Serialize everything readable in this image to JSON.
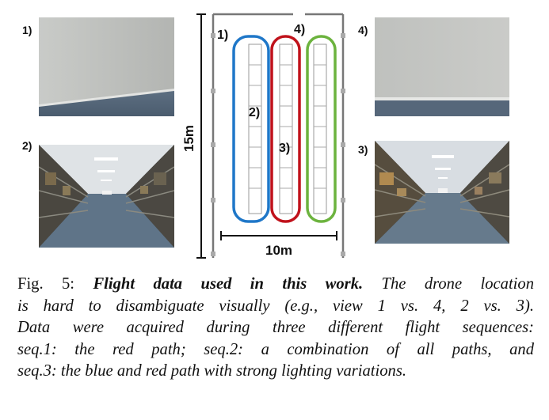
{
  "figure": {
    "views": [
      {
        "id": "view-1-top-left",
        "label": "1)"
      },
      {
        "id": "view-2-bottom-left",
        "label": "2)"
      },
      {
        "id": "view-4-top-right",
        "label": "4)"
      },
      {
        "id": "view-3-bottom-right",
        "label": "3)"
      }
    ],
    "map": {
      "height_label": "15m",
      "width_label": "10m",
      "path_markers": [
        "1)",
        "2)",
        "3)",
        "4)"
      ],
      "paths": [
        {
          "name": "blue path",
          "color": "#1f77c8"
        },
        {
          "name": "red path",
          "color": "#c0121b"
        },
        {
          "name": "green path",
          "color": "#6cb33e"
        }
      ]
    }
  },
  "caption": {
    "prefix": "Fig. 5: ",
    "title": "Flight data used in this work.",
    "line1_rest": " The drone location",
    "line2": "is hard to disambiguate visually (e.g., view 1 vs. 4, 2 vs. 3).",
    "line3": "Data were acquired during three different flight sequences:",
    "line4": "seq.1: the red path; seq.2: a combination of all paths, and",
    "line5": "seq.3: the blue and red path with strong lighting variations."
  }
}
